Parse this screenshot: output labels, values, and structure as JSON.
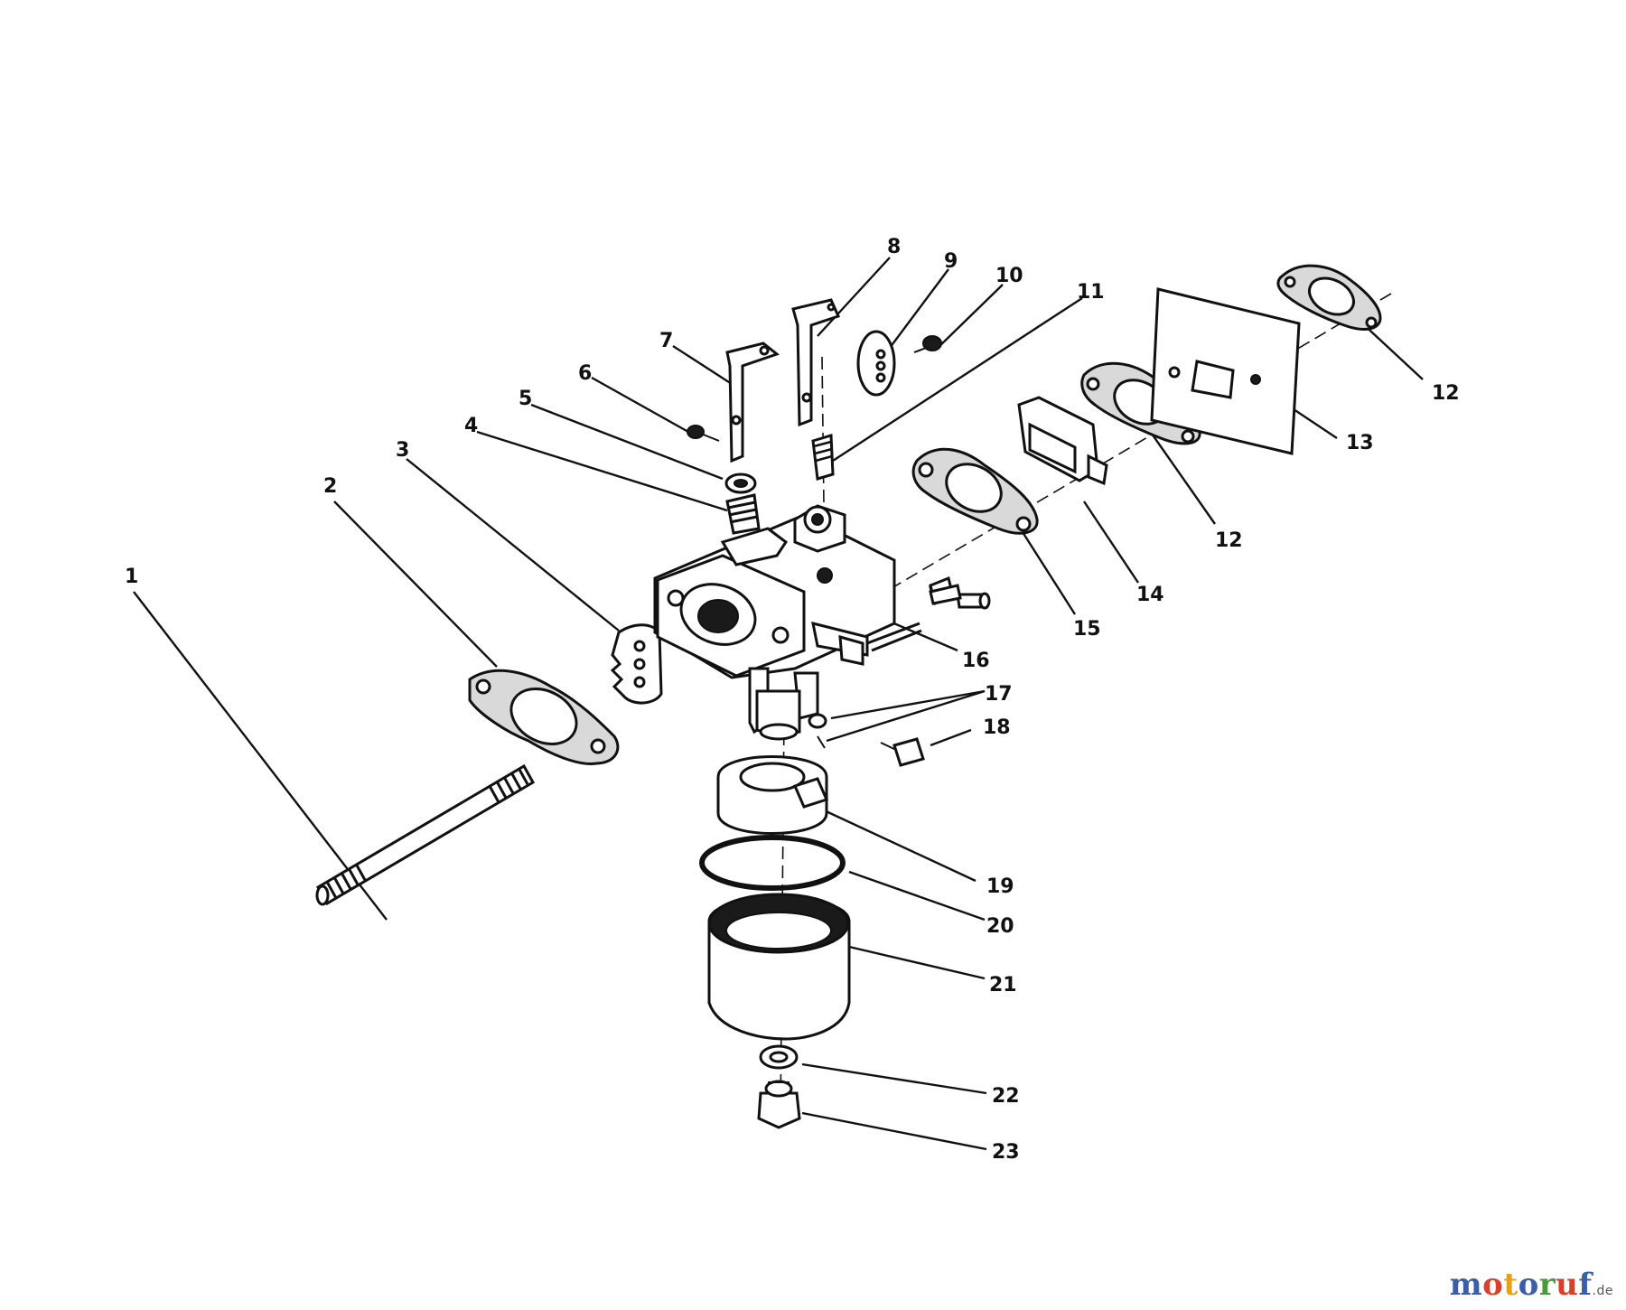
{
  "diagram": {
    "callouts": {
      "c1": "1",
      "c2": "2",
      "c3": "3",
      "c4": "4",
      "c5": "5",
      "c6": "6",
      "c7": "7",
      "c8": "8",
      "c9": "9",
      "c10": "10",
      "c11": "11",
      "c12a": "12",
      "c12b": "12",
      "c13": "13",
      "c14": "14",
      "c15": "15",
      "c16": "16",
      "c17": "17",
      "c18": "18",
      "c19": "19",
      "c20": "20",
      "c21": "21",
      "c22": "22",
      "c23": "23"
    }
  },
  "watermark": {
    "letters": [
      "m",
      "o",
      "t",
      "o",
      "r",
      "u",
      "f"
    ],
    "letter_colors": [
      "#3a5fa8",
      "#d9402b",
      "#e3a21a",
      "#3a5fa8",
      "#4a9a3c",
      "#d9402b",
      "#3a5fa8"
    ],
    "domain": ".de"
  }
}
